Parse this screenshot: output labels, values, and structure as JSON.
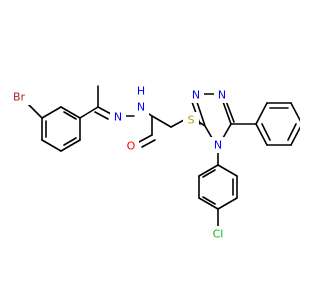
{
  "atoms": {
    "br": "Br",
    "n_imine": "N",
    "nh": "N",
    "nh_h": "H",
    "o": "O",
    "s": "S",
    "n_ring_1": "N",
    "n_ring_2": "N",
    "n_ring_4": "N",
    "cl": "Cl"
  },
  "colors": {
    "bond": "#000000",
    "nitrogen": "#0000ff",
    "oxygen": "#ff0000",
    "sulfur": "#b8a000",
    "bromine": "#a52a2a",
    "chlorine": "#00c000"
  }
}
